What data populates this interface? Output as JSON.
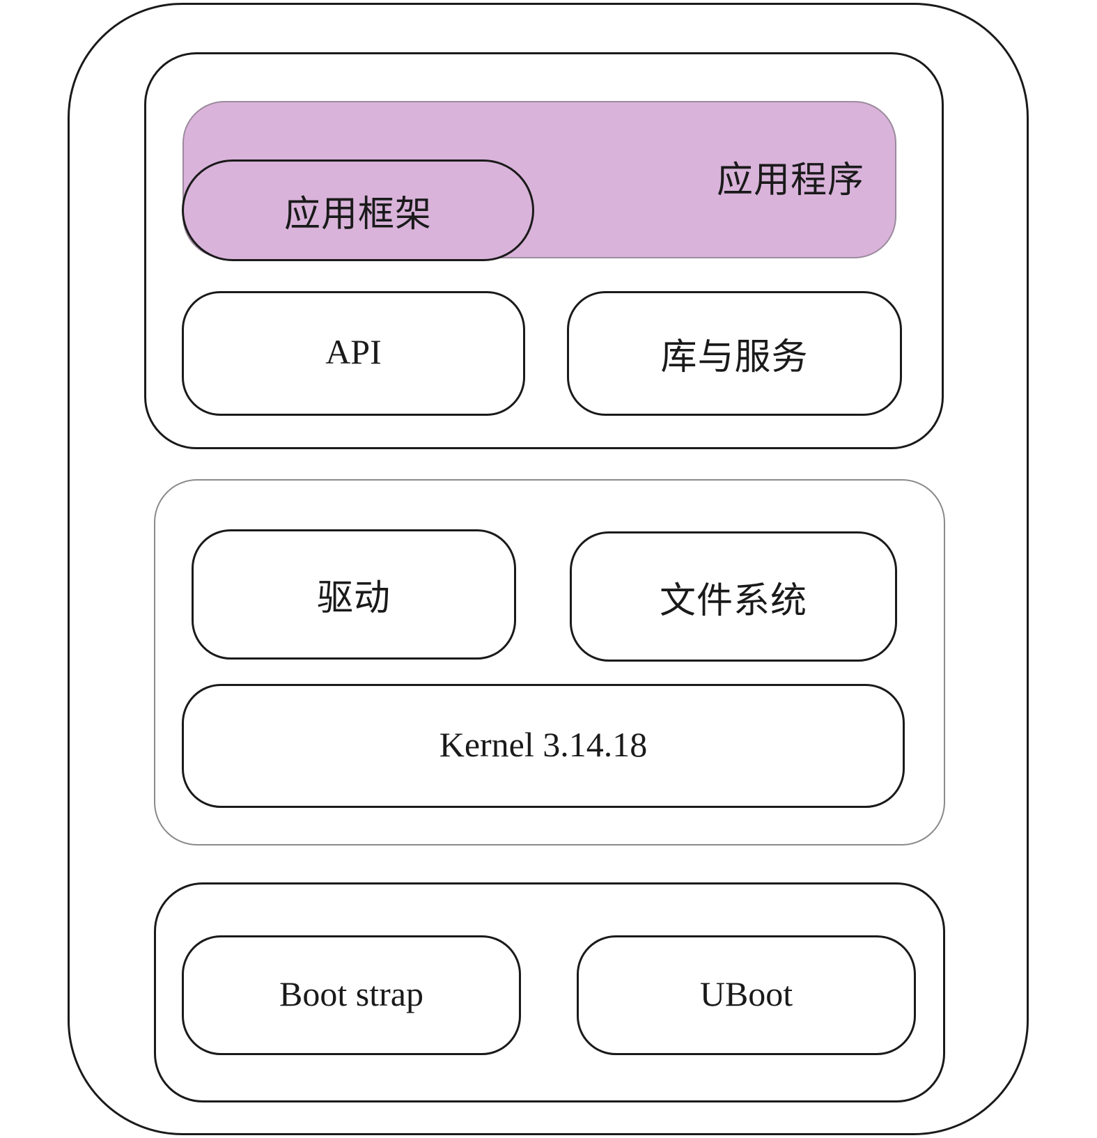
{
  "diagram": {
    "layers": {
      "application": {
        "app_label": "应用程序",
        "framework_label": "应用框架",
        "api_label": "API",
        "lib_label": "库与服务",
        "highlight_color": "#d9b3da"
      },
      "system": {
        "driver_label": "驱动",
        "fs_label": "文件系统",
        "kernel_label": "Kernel 3.14.18"
      },
      "boot": {
        "bootstrap_label": "Boot strap",
        "uboot_label": "UBoot"
      }
    }
  }
}
